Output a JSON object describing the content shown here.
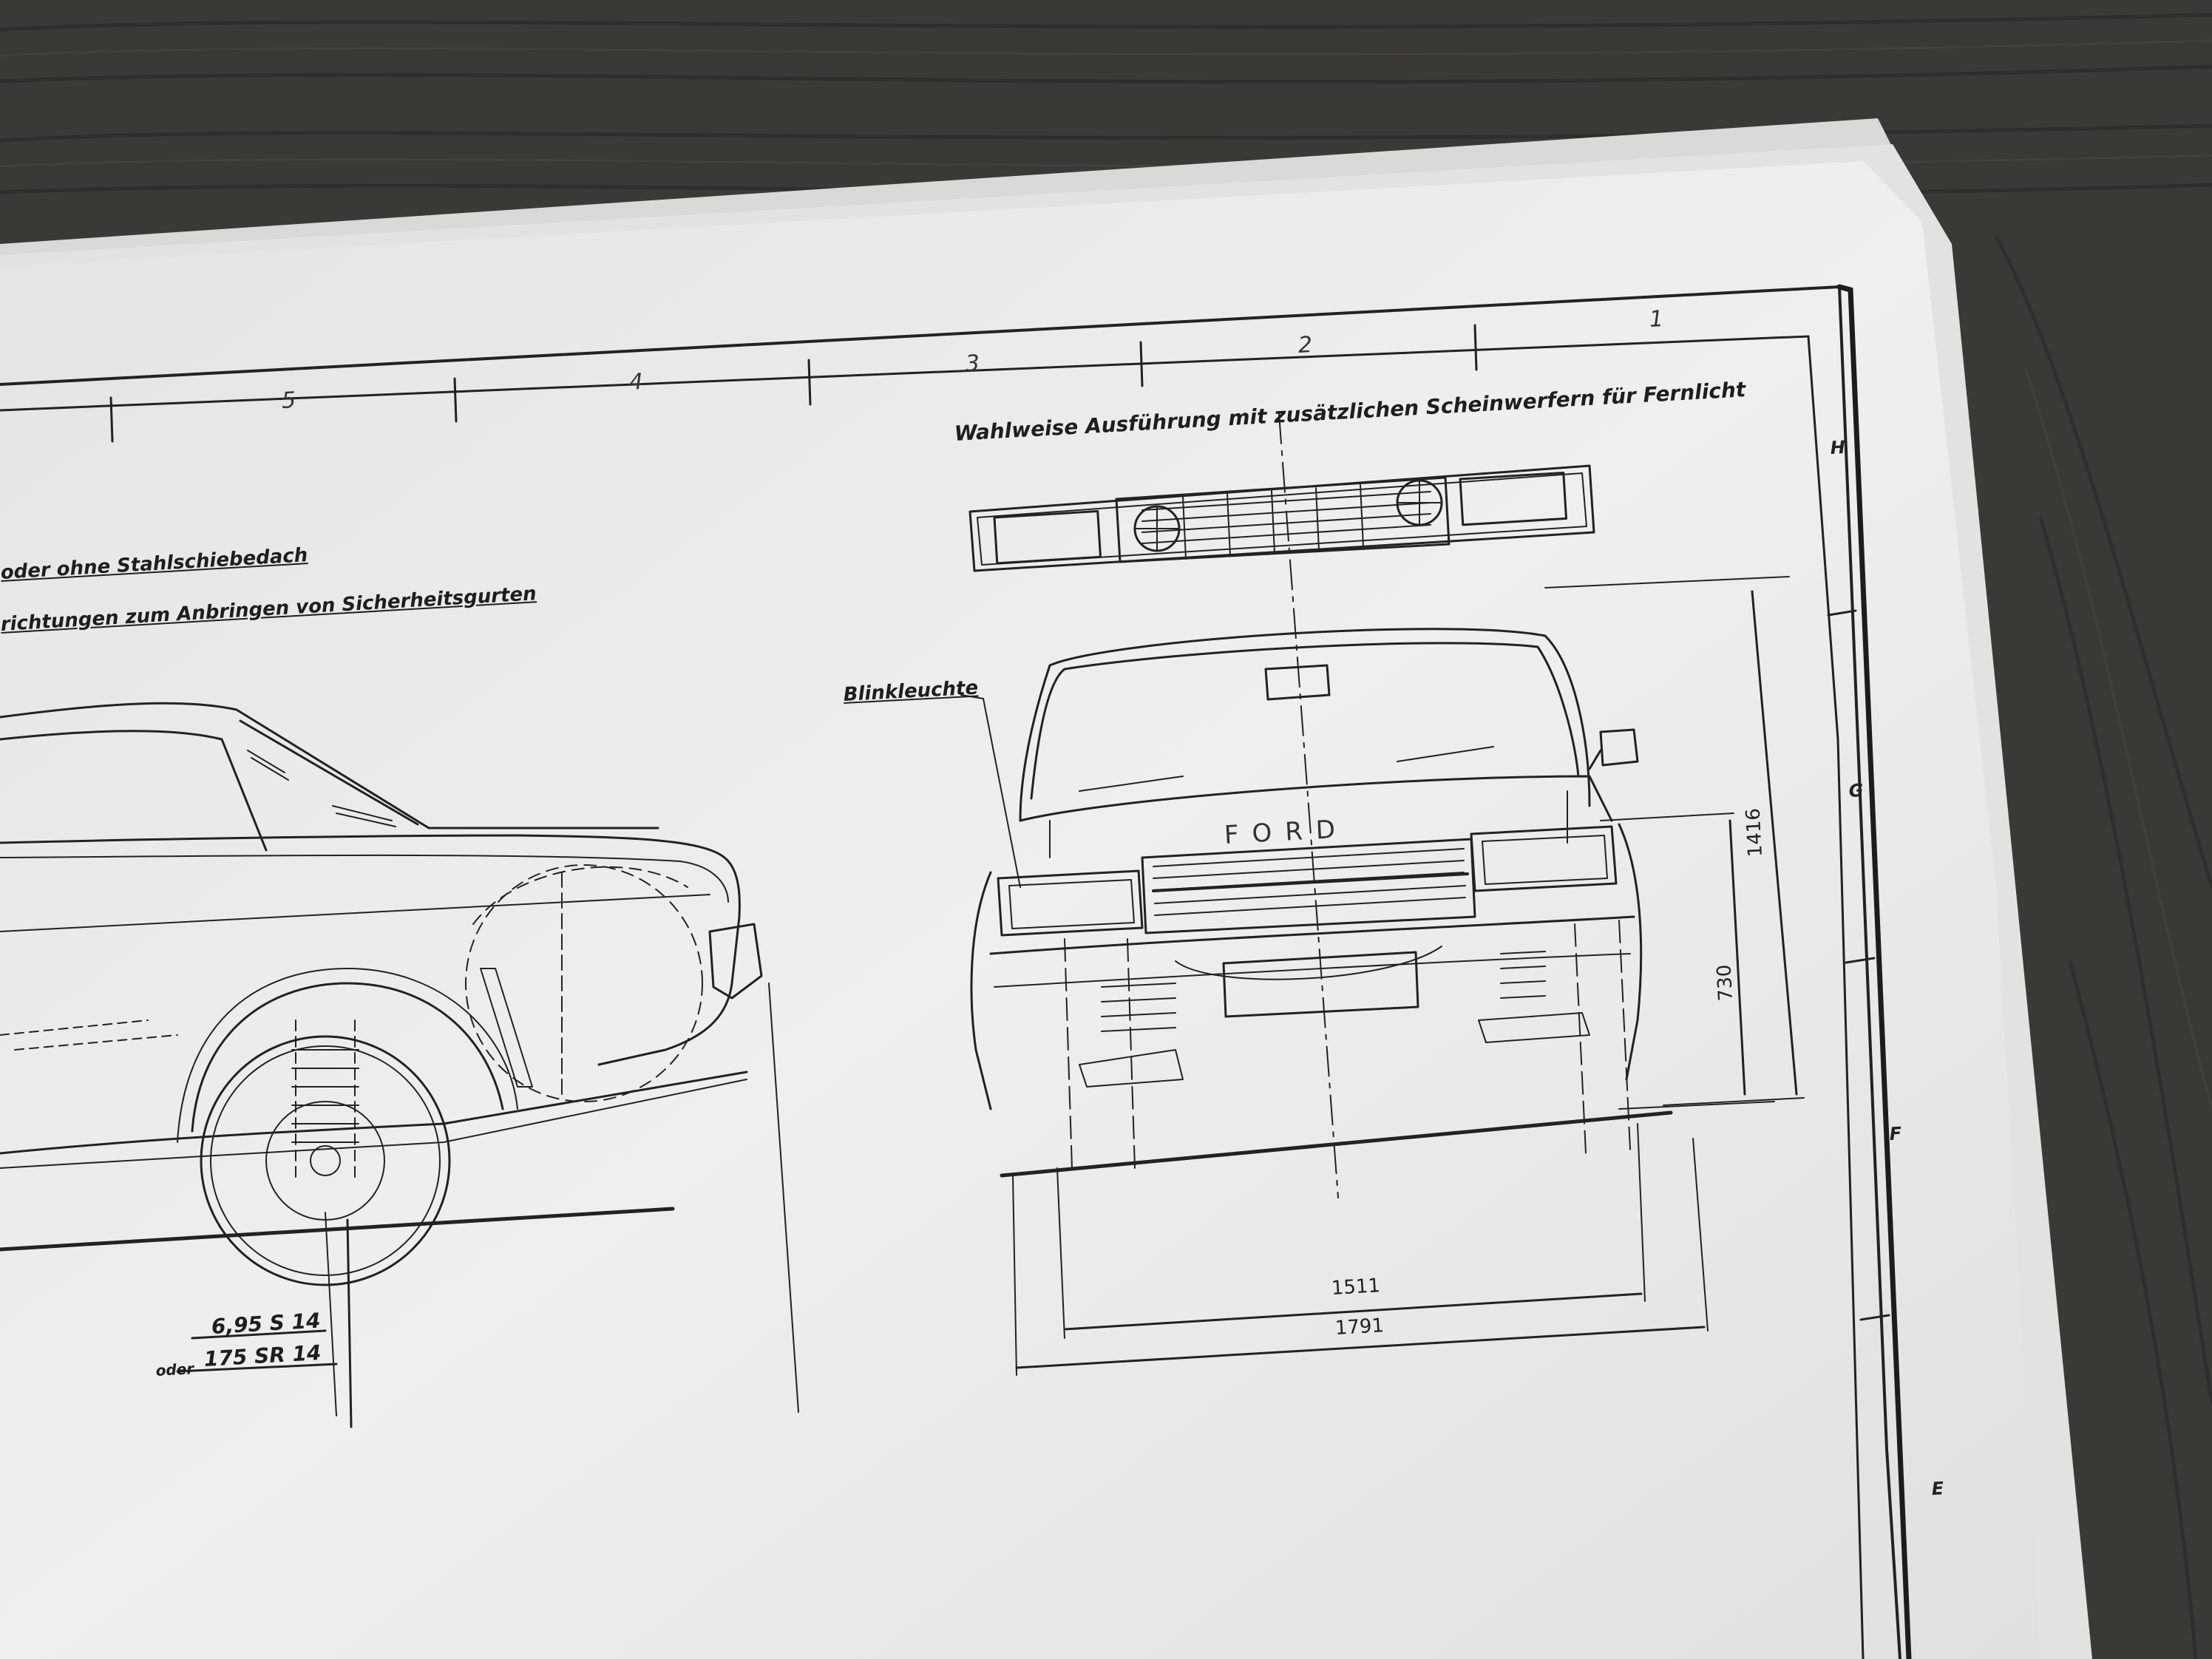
{
  "drawing": {
    "column_numbers": [
      "5",
      "4",
      "3",
      "2",
      "1"
    ],
    "row_letters": [
      "H",
      "G",
      "F",
      "E"
    ],
    "notes": {
      "sunroof": "oder ohne Stahlschiebedach",
      "seatbelts": "richtungen zum Anbringen von Sicherheitsgurten",
      "high_beam_option": "Wahlweise Ausführung mit zusätzlichen Scheinwerfern für Fernlicht",
      "turn_signal": "Blinkleuchte"
    },
    "grille_badge": "FORD",
    "tires": {
      "primary": "6,95 S 14",
      "alt_prefix": "oder",
      "alt": "175 SR 14"
    },
    "dimensions": {
      "track": "1511",
      "width": "1791",
      "height": "1416",
      "bumper_height": "730"
    }
  },
  "colors": {
    "table": "#3a3836",
    "paper": "#ebebea",
    "ink": "#1e1e1e"
  }
}
